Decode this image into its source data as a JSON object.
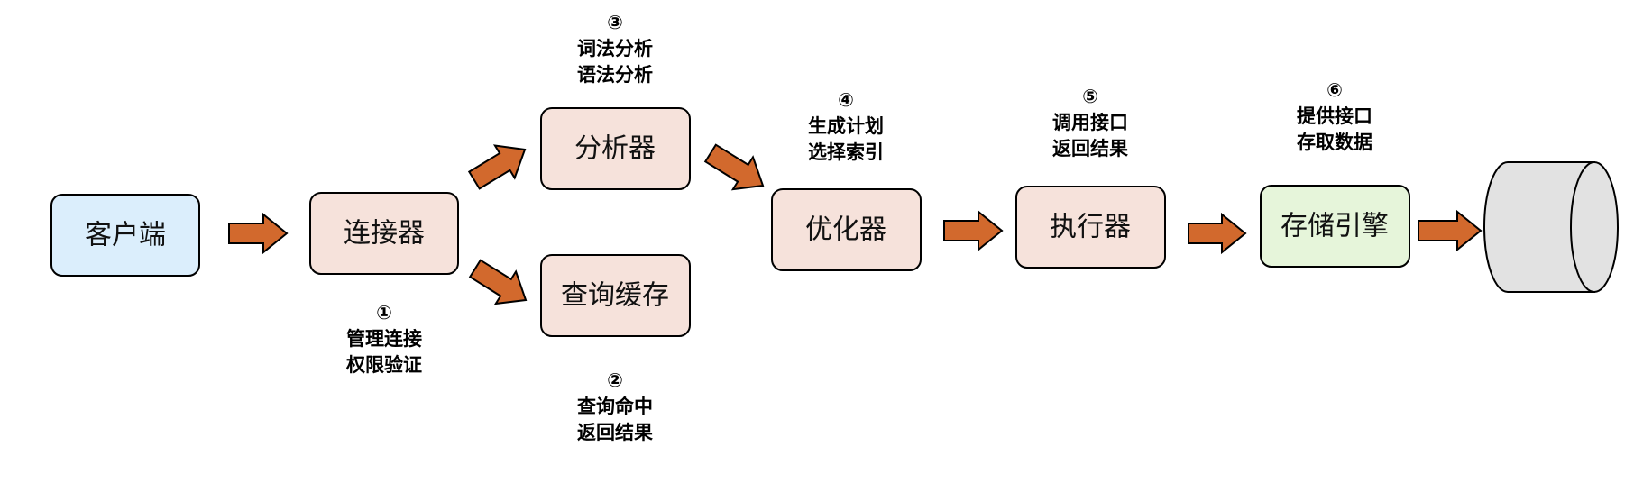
{
  "colors": {
    "client_fill": "#dbeefc",
    "process_fill": "#f6e2db",
    "storage_engine_fill": "#e6f5da",
    "arrow_fill": "#d2692d",
    "database_fill": "#e2e2e2"
  },
  "nodes": {
    "client": "客户端",
    "connector": "连接器",
    "analyzer": "分析器",
    "query_cache": "查询缓存",
    "optimizer": "优化器",
    "executor": "执行器",
    "storage_engine": "存储引擎"
  },
  "notes": {
    "connector": {
      "num": "①",
      "line1": "管理连接",
      "line2": "权限验证"
    },
    "query_cache": {
      "num": "②",
      "line1": "查询命中",
      "line2": "返回结果"
    },
    "analyzer": {
      "num": "③",
      "line1": "词法分析",
      "line2": "语法分析"
    },
    "optimizer": {
      "num": "④",
      "line1": "生成计划",
      "line2": "选择索引"
    },
    "executor": {
      "num": "⑤",
      "line1": "调用接口",
      "line2": "返回结果"
    },
    "storage_engine": {
      "num": "⑥",
      "line1": "提供接口",
      "line2": "存取数据"
    }
  },
  "icons": {
    "database": "database-cylinder-icon",
    "arrow": "right-arrow-icon"
  }
}
